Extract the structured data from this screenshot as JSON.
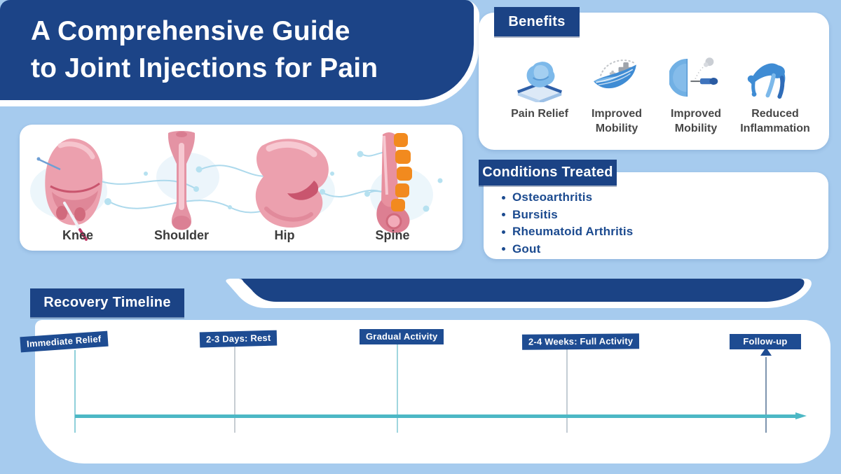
{
  "palette": {
    "background": "#a6cbee",
    "navy": "#1b4385",
    "teal_axis": "#4cb8c5",
    "joint_pink": "#eca0ae",
    "vertebra_orange": "#f28a1e",
    "icon_blue": "#3f8cd4"
  },
  "header": {
    "title_line1": "A Comprehensive Guide",
    "title_line2": "to Joint Injections for Pain"
  },
  "benefits": {
    "label": "Benefits",
    "items": [
      {
        "icon": "ice-pack-icon",
        "label": "Pain Relief"
      },
      {
        "icon": "mobility-wave-icon",
        "label": "Improved Mobility"
      },
      {
        "icon": "joint-injection-icon",
        "label": "Improved Mobility"
      },
      {
        "icon": "bending-person-icon",
        "label": "Reduced Inflammation"
      }
    ]
  },
  "joints": {
    "items": [
      {
        "label": "Knee"
      },
      {
        "label": "Shoulder"
      },
      {
        "label": "Hip"
      },
      {
        "label": "Spine"
      }
    ]
  },
  "conditions": {
    "label": "Conditions Treated",
    "items": [
      "Osteoarthritis",
      "Bursitis",
      "Rheumatoid Arthritis",
      "Gout"
    ]
  },
  "timeline": {
    "label": "Recovery Timeline",
    "milestones": [
      "Immediate Relief",
      "2-3 Days: Rest",
      "Gradual Activity",
      "2-4 Weeks: Full Activity",
      "Follow-up"
    ]
  }
}
